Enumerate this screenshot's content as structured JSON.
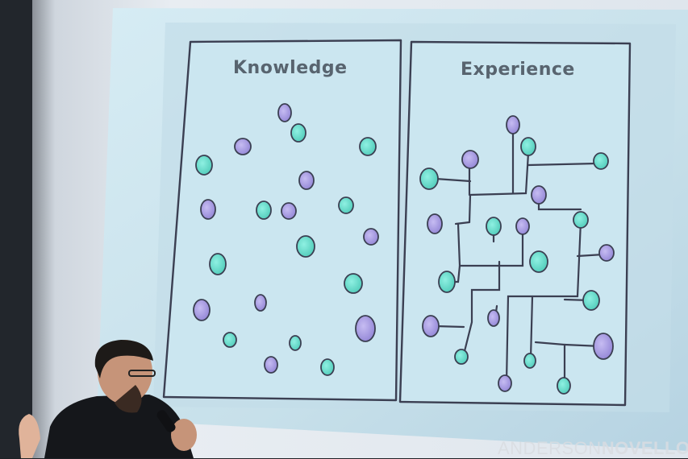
{
  "slide": {
    "left_title": "Knowledge",
    "right_title": "Experience"
  },
  "watermark": {
    "part1": "ANDERSON",
    "part2": "NOVELLO"
  },
  "colors": {
    "teal": "#6fe0cf",
    "purple": "#a79ae3",
    "ink": "#3b3f52",
    "screen": "#cde5ee",
    "screen_edge": "#9ec1d4",
    "wall": "#dfe5ec"
  }
}
